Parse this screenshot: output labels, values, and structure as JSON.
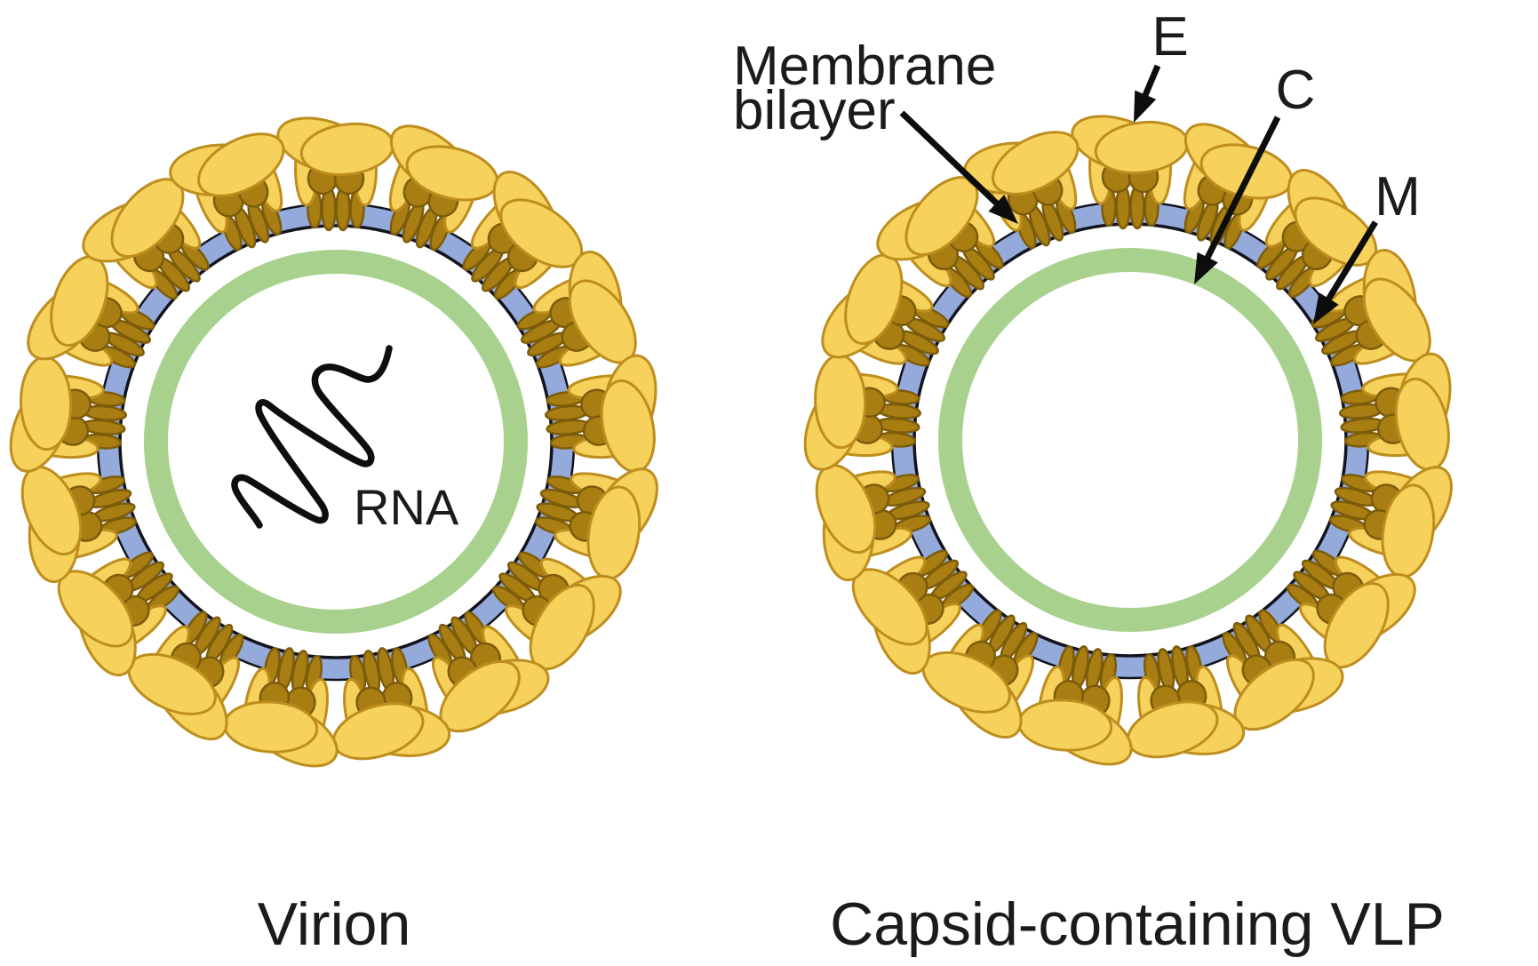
{
  "figure": {
    "kind": "virus-particle-diagram",
    "background": "#ffffff"
  },
  "particles": [
    {
      "id": "virion",
      "caption": "Virion",
      "contains": "RNA",
      "rna_label": "RNA"
    },
    {
      "id": "capsid-vlp",
      "caption": "Capsid-containing VLP",
      "contains": "empty"
    }
  ],
  "annotations": [
    {
      "id": "membrane-bilayer",
      "lines": [
        "Membrane",
        "bilayer"
      ]
    },
    {
      "id": "envelope-protein",
      "lines": [
        "E"
      ]
    },
    {
      "id": "capsid-protein",
      "lines": [
        "C"
      ]
    },
    {
      "id": "membrane-protein",
      "lines": [
        "M"
      ]
    }
  ],
  "colors": {
    "envelope_yellow": "#F6D15C",
    "envelope_outline": "#BD8E1E",
    "m_protein_brown": "#A87E12",
    "m_protein_outline": "#7C5C0B",
    "membrane_blue": "#94AADB",
    "membrane_edge": "#14141f",
    "capsid_green": "#A9D18E",
    "rna_black": "#0e0e0e",
    "text_color": "#1b1b1b",
    "arrow_color": "#0d0d0d"
  }
}
